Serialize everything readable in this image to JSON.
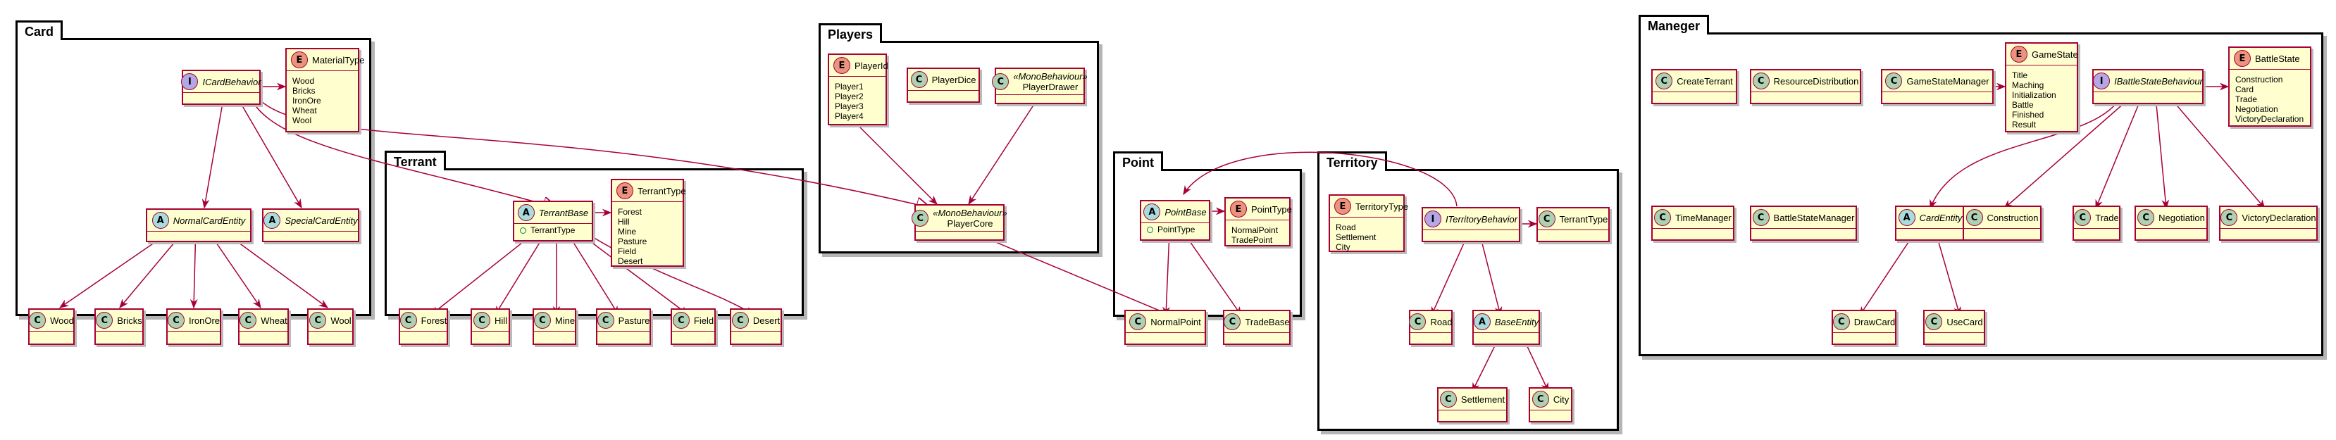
{
  "packages": {
    "card": "Card",
    "terrant": "Terrant",
    "players": "Players",
    "point": "Point",
    "territory": "Territory",
    "manager": "Maneger"
  },
  "classes": {
    "ICardBehavior": {
      "badge": "I",
      "name": "ICardBehavior"
    },
    "MaterialType": {
      "badge": "E",
      "name": "MaterialType",
      "members": [
        "Wood",
        "Bricks",
        "IronOre",
        "Wheat",
        "Wool"
      ]
    },
    "NormalCardEntity": {
      "badge": "A",
      "name": "NormalCardEntity"
    },
    "SpecialCardEntity": {
      "badge": "A",
      "name": "SpecialCardEntity"
    },
    "Wood": {
      "badge": "C",
      "name": "Wood"
    },
    "Bricks": {
      "badge": "C",
      "name": "Bricks"
    },
    "IronOre": {
      "badge": "C",
      "name": "IronOre"
    },
    "Wheat": {
      "badge": "C",
      "name": "Wheat"
    },
    "Wool": {
      "badge": "C",
      "name": "Wool"
    },
    "TerrantBase": {
      "badge": "A",
      "name": "TerrantBase",
      "members": [
        "TerrantType"
      ]
    },
    "TerrantType": {
      "badge": "E",
      "name": "TerrantType",
      "members": [
        "Forest",
        "Hill",
        "Mine",
        "Pasture",
        "Field",
        "Desert"
      ]
    },
    "Forest": {
      "badge": "C",
      "name": "Forest"
    },
    "Hill": {
      "badge": "C",
      "name": "Hill"
    },
    "Mine": {
      "badge": "C",
      "name": "Mine"
    },
    "Pasture": {
      "badge": "C",
      "name": "Pasture"
    },
    "Field": {
      "badge": "C",
      "name": "Field"
    },
    "Desert": {
      "badge": "C",
      "name": "Desert"
    },
    "PlayerId": {
      "badge": "E",
      "name": "PlayerId",
      "members": [
        "Player1",
        "Player2",
        "Player3",
        "Player4"
      ]
    },
    "PlayerDice": {
      "badge": "C",
      "name": "PlayerDice"
    },
    "PlayerDrawer": {
      "badge": "C",
      "stereotype": "«MonoBehaviour»",
      "name": "PlayerDrawer"
    },
    "PlayerCore": {
      "badge": "C",
      "stereotype": "«MonoBehaviour»",
      "name": "PlayerCore"
    },
    "PointBase": {
      "badge": "A",
      "name": "PointBase",
      "members": [
        "PointType"
      ]
    },
    "PointType": {
      "badge": "E",
      "name": "PointType",
      "members": [
        "NormalPoint",
        "TradePoint"
      ]
    },
    "NormalPoint": {
      "badge": "C",
      "name": "NormalPoint"
    },
    "TradeBase": {
      "badge": "C",
      "name": "TradeBase"
    },
    "TerritoryType": {
      "badge": "E",
      "name": "TerritoryType",
      "members": [
        "Road",
        "Settlement",
        "City"
      ]
    },
    "ITerritoryBehavior": {
      "badge": "I",
      "name": "ITerritoryBehavior"
    },
    "TerrantTypeRef": {
      "badge": "C",
      "name": "TerrantType"
    },
    "Road": {
      "badge": "C",
      "name": "Road"
    },
    "BaseEntity": {
      "badge": "A",
      "name": "BaseEntity"
    },
    "Settlement": {
      "badge": "C",
      "name": "Settlement"
    },
    "City": {
      "badge": "C",
      "name": "City"
    },
    "CreateTerrant": {
      "badge": "C",
      "name": "CreateTerrant"
    },
    "ResourceDistribution": {
      "badge": "C",
      "name": "ResourceDistribution"
    },
    "GameStateManager": {
      "badge": "C",
      "name": "GameStateManager"
    },
    "GameState": {
      "badge": "E",
      "name": "GameState",
      "members": [
        "Title",
        "Maching",
        "Initialization",
        "Battle",
        "Finished",
        "Result"
      ]
    },
    "IBattleStateBehaviour": {
      "badge": "I",
      "name": "IBattleStateBehaviour"
    },
    "BattleState": {
      "badge": "E",
      "name": "BattleState",
      "members": [
        "Construction",
        "Card",
        "Trade",
        "Negotiation",
        "VictoryDeclaration"
      ]
    },
    "TimeManager": {
      "badge": "C",
      "name": "TimeManager"
    },
    "BattleStateManager": {
      "badge": "C",
      "name": "BattleStateManager"
    },
    "CardEntity": {
      "badge": "A",
      "name": "CardEntity"
    },
    "Construction": {
      "badge": "C",
      "name": "Construction"
    },
    "Trade": {
      "badge": "C",
      "name": "Trade"
    },
    "Negotiation": {
      "badge": "C",
      "name": "Negotiation"
    },
    "VictoryDeclaration": {
      "badge": "C",
      "name": "VictoryDeclaration"
    },
    "DrawCard": {
      "badge": "C",
      "name": "DrawCard"
    },
    "UseCard": {
      "badge": "C",
      "name": "UseCard"
    }
  },
  "colors": {
    "border": "#a80036",
    "fill": "#fefece",
    "class_badge": "#add1b2",
    "enum_badge": "#eb937f",
    "interface_badge": "#b4a7e5",
    "abstract_badge": "#a9dcdf"
  }
}
